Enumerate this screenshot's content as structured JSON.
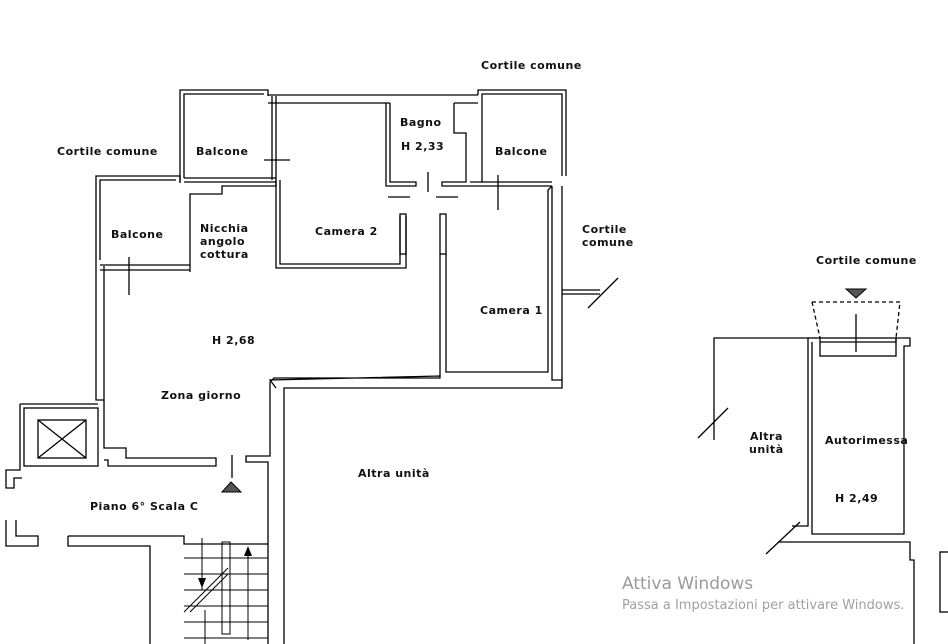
{
  "labels": {
    "cortile_top": "Cortile comune",
    "cortile_left": "Cortile comune",
    "cortile_right_1": "Cortile",
    "cortile_right_2": "comune",
    "cortile_garage": "Cortile comune",
    "balcone_1": "Balcone",
    "balcone_2": "Balcone",
    "balcone_3": "Balcone",
    "bagno": "Bagno",
    "bagno_h": "H 2,33",
    "nicchia_1": "Nicchia",
    "nicchia_2": "angolo",
    "nicchia_3": "cottura",
    "camera2": "Camera 2",
    "camera1": "Camera 1",
    "h_main": "H 2,68",
    "zona_giorno": "Zona giorno",
    "altra_unita": "Altra unità",
    "piano": "Piano 6° Scala C",
    "altra_unita_g1": "Altra",
    "altra_unita_g2": "unità",
    "autorimessa": "Autorimessa",
    "garage_h": "H 2,49"
  },
  "watermark": {
    "title": "Attiva Windows",
    "subtitle": "Passa a Impostazioni per attivare Windows."
  },
  "colors": {
    "line": "#000000",
    "background": "#ffffff",
    "watermark": "#9a9a9a"
  }
}
